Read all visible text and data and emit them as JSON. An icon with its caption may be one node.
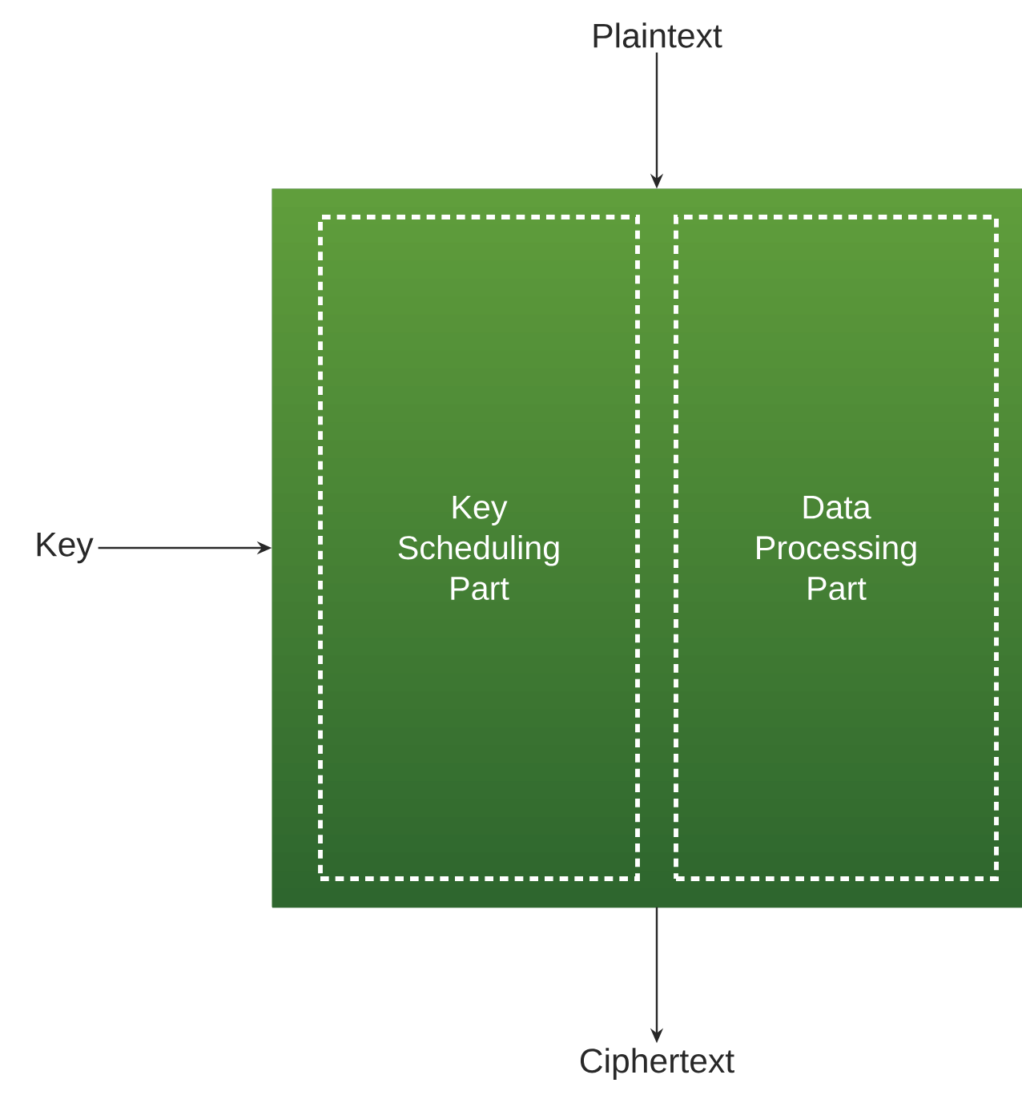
{
  "diagram": {
    "nodes": [
      {
        "text": [],
        "shape": "box"
      },
      {
        "text": [
          "Key Scheduling Part"
        ],
        "in": 0
      },
      {
        "text": [
          "Data Processing Part"
        ],
        "in": 0
      },
      {
        "text": [
          "Plaintext"
        ]
      },
      {
        "text": [
          "Key"
        ]
      },
      {
        "text": [
          "Ciphertext"
        ]
      }
    ],
    "edges": [
      {
        "from": 3,
        "to": 0,
        "arrow": "to"
      },
      {
        "from": 4,
        "to": 0,
        "arrow": "to"
      },
      {
        "from": 0,
        "to": 5,
        "arrow": "to"
      }
    ]
  }
}
